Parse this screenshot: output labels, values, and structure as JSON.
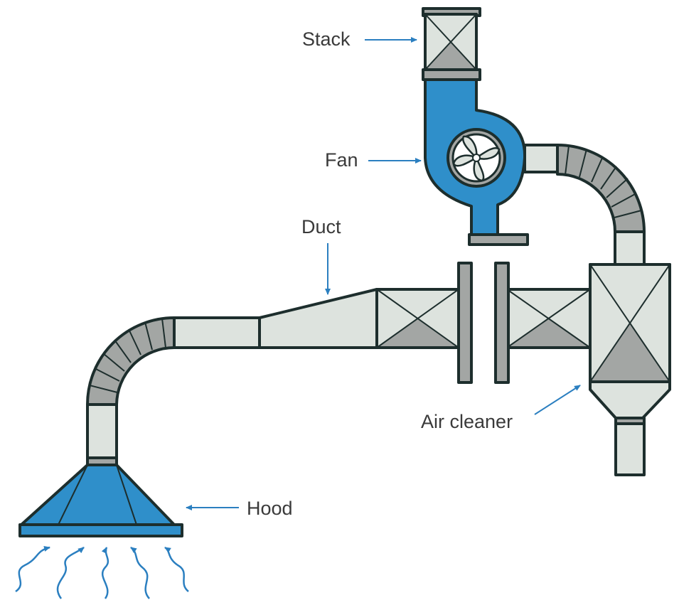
{
  "labels": {
    "stack": "Stack",
    "fan": "Fan",
    "duct": "Duct",
    "air_cleaner": "Air cleaner",
    "hood": "Hood"
  },
  "colors": {
    "outline": "#1d2e2d",
    "light_fill": "#dde3de",
    "gray_fill": "#a3a6a4",
    "dark_gray": "#8e9190",
    "blue": "#2f8fca",
    "arrow": "#2b7fc0"
  },
  "icons": {
    "fan": "fan-blades-icon",
    "airflow": "wavy-arrow-icon"
  }
}
